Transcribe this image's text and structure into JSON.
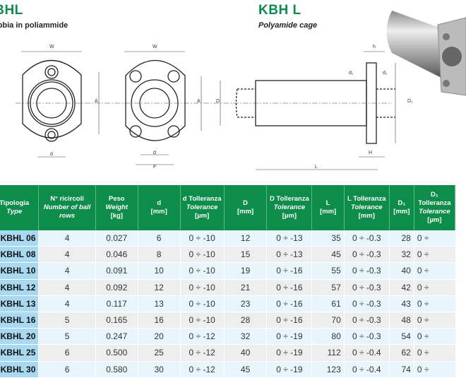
{
  "titles": {
    "left_title": "KBHL",
    "left_subtitle": "Gabbia in poliammide",
    "right_title": "KBH L",
    "right_subtitle": "Polyamide cage"
  },
  "drawing_labels": {
    "W": "W",
    "A": "A",
    "d": "d",
    "F": "F",
    "D": "D",
    "D1": "D₁",
    "h": "h",
    "H": "H",
    "d1": "d₁",
    "d2": "d₂",
    "L": "L"
  },
  "table": {
    "headers": [
      {
        "l1": "Tipologia",
        "l2": "Type",
        "l3": ""
      },
      {
        "l1": "N° ricircoli",
        "l2": "Number of ball rows",
        "l3": ""
      },
      {
        "l1": "Peso",
        "l2": "Weight",
        "l3": "[kg]"
      },
      {
        "l1": "d",
        "l2": "",
        "l3": "[mm]"
      },
      {
        "l1": "d Tolleranza",
        "l2": "Tolerance",
        "l3": "[µm]"
      },
      {
        "l1": "D",
        "l2": "",
        "l3": "[mm]"
      },
      {
        "l1": "D Tolleranza",
        "l2": "Tolerance",
        "l3": "[µm]"
      },
      {
        "l1": "L",
        "l2": "",
        "l3": "[mm]"
      },
      {
        "l1": "L Tolleranza",
        "l2": "Tolerance",
        "l3": "[mm]"
      },
      {
        "l1": "D₁",
        "l2": "",
        "l3": "[mm]"
      },
      {
        "l1": "D₁ Tolleranza",
        "l2": "Tolerance",
        "l3": "[µm]"
      }
    ],
    "rows": [
      [
        "KBHL 06",
        "4",
        "0.027",
        "6",
        "0 ÷ -10",
        "12",
        "0 ÷ -13",
        "35",
        "0 ÷ -0.3",
        "28",
        "0 ÷"
      ],
      [
        "KBHL 08",
        "4",
        "0.046",
        "8",
        "0 ÷ -10",
        "15",
        "0 ÷ -13",
        "45",
        "0 ÷ -0.3",
        "32",
        "0 ÷"
      ],
      [
        "KBHL 10",
        "4",
        "0.091",
        "10",
        "0 ÷ -10",
        "19",
        "0 ÷ -16",
        "55",
        "0 ÷ -0.3",
        "40",
        "0 ÷"
      ],
      [
        "KBHL 12",
        "4",
        "0.092",
        "12",
        "0 ÷ -10",
        "21",
        "0 ÷ -16",
        "57",
        "0 ÷ -0.3",
        "42",
        "0 ÷"
      ],
      [
        "KBHL 13",
        "4",
        "0.117",
        "13",
        "0 ÷ -10",
        "23",
        "0 ÷ -16",
        "61",
        "0 ÷ -0.3",
        "43",
        "0 ÷"
      ],
      [
        "KBHL 16",
        "5",
        "0.165",
        "16",
        "0 ÷ -10",
        "28",
        "0 ÷ -16",
        "70",
        "0 ÷ -0.3",
        "48",
        "0 ÷"
      ],
      [
        "KBHL 20",
        "5",
        "0.247",
        "20",
        "0 ÷ -12",
        "32",
        "0 ÷ -19",
        "80",
        "0 ÷ -0.3",
        "54",
        "0 ÷"
      ],
      [
        "KBHL 25",
        "6",
        "0.500",
        "25",
        "0 ÷ -12",
        "40",
        "0 ÷ -19",
        "112",
        "0 ÷ -0.4",
        "62",
        "0 ÷"
      ],
      [
        "KBHL 30",
        "6",
        "0.580",
        "30",
        "0 ÷ -12",
        "45",
        "0 ÷ -19",
        "123",
        "0 ÷ -0.4",
        "74",
        "0 ÷"
      ]
    ]
  }
}
